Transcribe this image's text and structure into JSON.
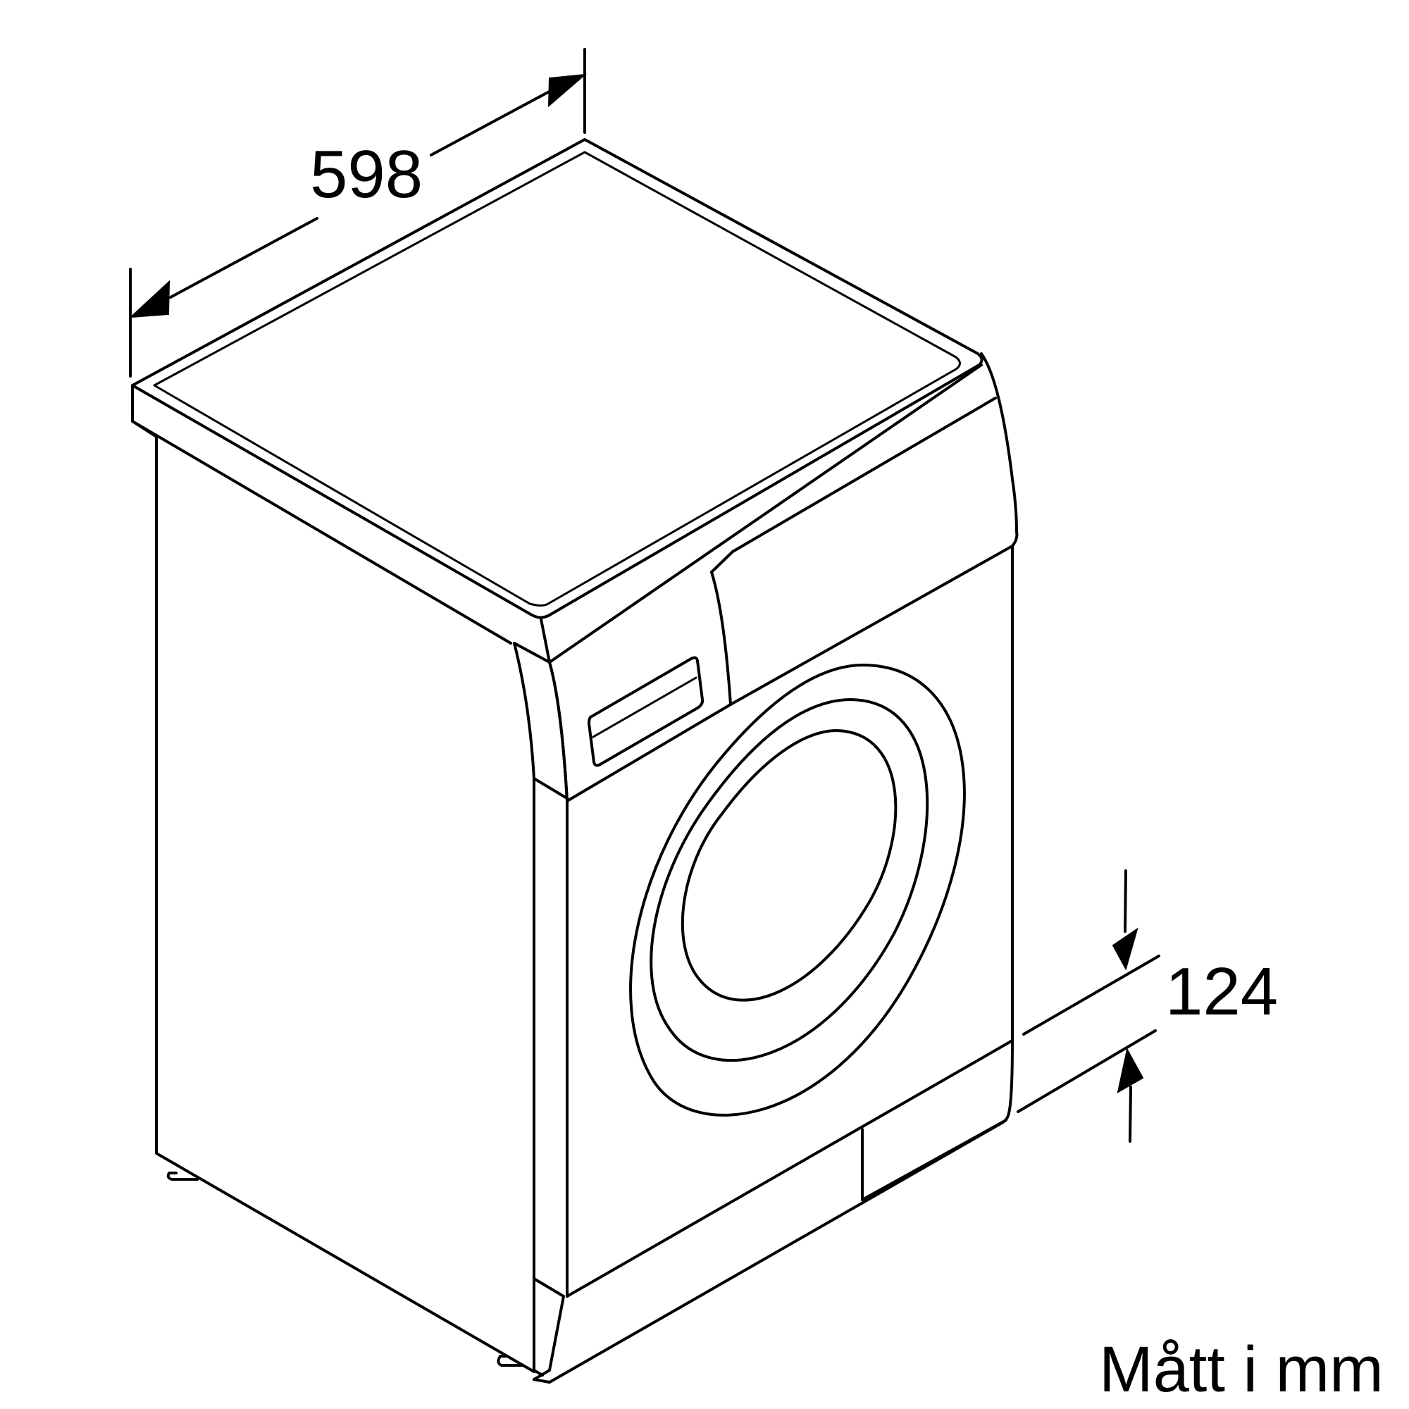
{
  "diagram": {
    "subject": "washing-machine",
    "line_color": "#000000",
    "background_color": "#ffffff"
  },
  "dimensions": {
    "width_label": "598",
    "plinth_height_label": "124"
  },
  "caption": "Mått i mm"
}
